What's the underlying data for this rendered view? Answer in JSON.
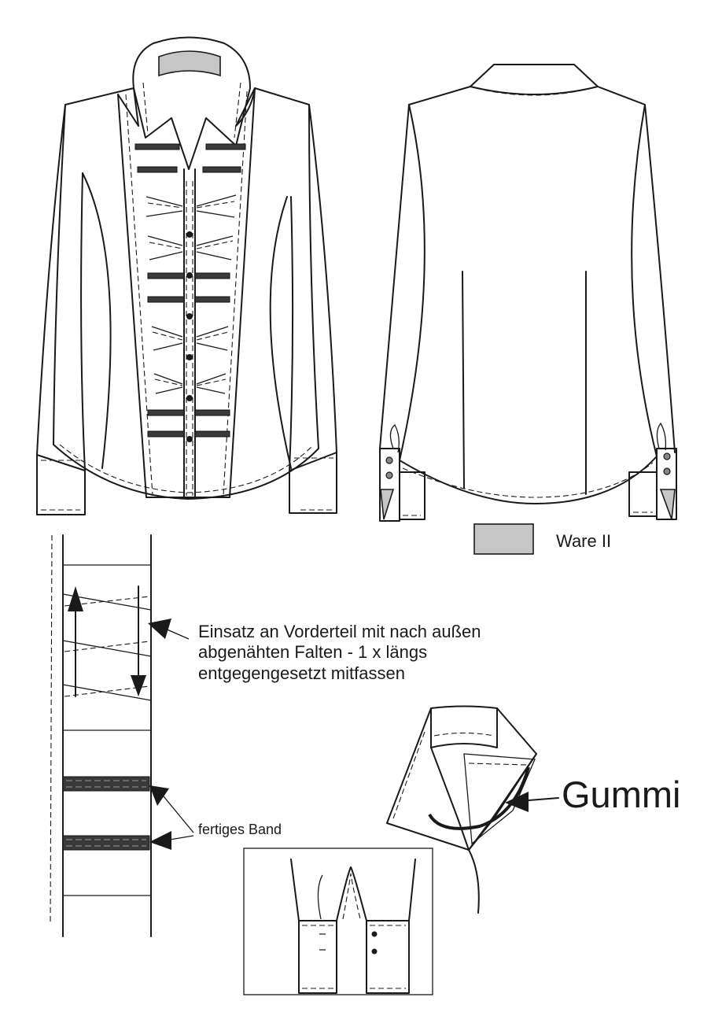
{
  "colors": {
    "ware_ii": "#c6c6c6",
    "band": "#3a3a3a",
    "line": "#1a1a1a"
  },
  "labels": {
    "ware": "Ware II",
    "einsatz": "Einsatz an Vorderteil mit nach außen\nabgenähten Falten - 1 x längs\nentgegengesetzt mitfassen",
    "band": "fertiges Band",
    "gummi": "Gummi"
  }
}
